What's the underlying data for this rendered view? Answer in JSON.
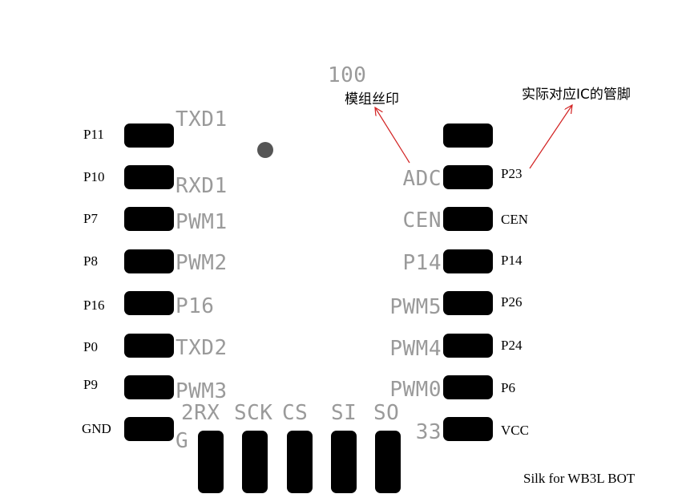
{
  "silk_left": [
    "TXD1",
    "RXD1",
    "PWM1",
    "PWM2",
    "P16",
    "TXD2",
    "PWM3",
    "G"
  ],
  "silk_right": [
    "ADC",
    "CEN",
    "P14",
    "PWM5",
    "PWM4",
    "PWM0",
    "33"
  ],
  "silk_top": "100",
  "silk_bottom": [
    "2RX",
    "SCK",
    "CS",
    "SI",
    "SO"
  ],
  "pins_left": [
    "P11",
    "P10",
    "P7",
    "P8",
    "P16",
    "P0",
    "P9",
    "GND"
  ],
  "pins_right": [
    "P23",
    "CEN",
    "P14",
    "P26",
    "P24",
    "P6",
    "VCC"
  ],
  "annotation_silk": "模组丝印",
  "annotation_pin": "实际对应IC的管脚",
  "footer": "Silk for WB3L BOT",
  "colors": {
    "pad": "#000000",
    "silk": "#9a9a9a",
    "arrow": "#d22222",
    "dot": "#555555"
  }
}
